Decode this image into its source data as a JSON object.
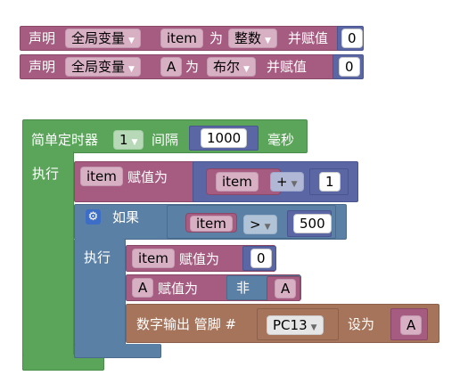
{
  "declare1": {
    "keyword": "声明",
    "scope": "全局变量",
    "name": "item",
    "as": "为",
    "type": "整数",
    "assign": "并赋值",
    "value": "0"
  },
  "declare2": {
    "keyword": "声明",
    "scope": "全局变量",
    "name": "A",
    "as": "为",
    "type": "布尔",
    "assign": "并赋值",
    "value": "0"
  },
  "timer": {
    "title": "简单定时器",
    "id": "1",
    "interval_label": "间隔",
    "interval": "1000",
    "unit": "毫秒",
    "do_label": "执行"
  },
  "assign1": {
    "var": "item",
    "label": "赋值为",
    "expr_var": "item",
    "op": "+",
    "operand": "1"
  },
  "if_block": {
    "label": "如果",
    "var": "item",
    "op": ">",
    "operand": "500",
    "do_label": "执行"
  },
  "assign2": {
    "var": "item",
    "label": "赋值为",
    "value": "0"
  },
  "assign3": {
    "var": "A",
    "label": "赋值为",
    "not_label": "非",
    "not_var": "A"
  },
  "digital_write": {
    "label": "数字输出 管脚 #",
    "pin": "PC13",
    "set_label": "设为",
    "value_var": "A"
  },
  "colors": {
    "variables": "#a65c81",
    "math": "#5b67a5",
    "logic": "#5b80a5",
    "io": "#a5745b",
    "control": "#5ba55b"
  }
}
